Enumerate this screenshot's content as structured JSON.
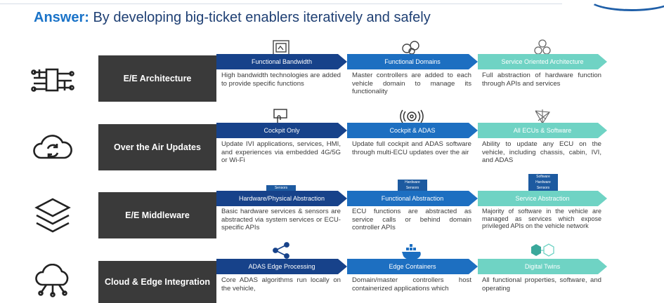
{
  "headline": {
    "prefix": "Answer:",
    "text": "By developing big-ticket enablers iteratively and safely"
  },
  "rows": [
    {
      "label": "E/E Architecture",
      "icon": "circuit-icon",
      "stages": [
        {
          "title": "Functional Bandwidth",
          "icon": "frame-icon",
          "desc": "High bandwidth technologies are added to provide specific functions"
        },
        {
          "title": "Functional Domains",
          "icon": "domains-icon",
          "desc": "Master controllers are added to each vehicle domain to manage its functionality"
        },
        {
          "title": "Service Oriented Architecture",
          "icon": "soa-icon",
          "desc": "Full abstraction of hardware function through APIs and services"
        }
      ]
    },
    {
      "label": "Over the Air Updates",
      "icon": "cloud-sync-icon",
      "stages": [
        {
          "title": "Cockpit Only",
          "icon": "touch-screen-icon",
          "desc": "Update IVI applications, services, HMI, and experiences via embedded 4G/5G or Wi-Fi"
        },
        {
          "title": "Cockpit & ADAS",
          "icon": "steering-signal-icon",
          "desc": "Update full cockpit and ADAS software through multi-ECU updates over the air"
        },
        {
          "title": "All ECUs & Software",
          "icon": "network-star-icon",
          "desc": "Ability to update any ECU on the vehicle, including chassis, cabin, IVI, and ADAS"
        }
      ]
    },
    {
      "label": "E/E Middleware",
      "icon": "layers-icon",
      "stages": [
        {
          "title": "Hardware/Physical Abstraction",
          "icon": "stack-icon",
          "tags": [
            "Sensors"
          ],
          "desc": "Basic hardware services & sensors are abstracted via system services or ECU-specific APIs"
        },
        {
          "title": "Functional Abstraction",
          "icon": "stack-icon",
          "tags": [
            "Hardware",
            "Sensors"
          ],
          "desc": "ECU functions are abstracted as service calls or behind domain controller APIs"
        },
        {
          "title": "Service Abstraction",
          "icon": "stack-icon",
          "tags": [
            "Software",
            "Hardware",
            "Sensors"
          ],
          "desc": "Majority of software in the vehicle are managed as services which expose privileged APIs on the vehicle network"
        }
      ]
    },
    {
      "label": "Cloud & Edge Integration",
      "icon": "cloud-network-icon",
      "stages": [
        {
          "title": "ADAS Edge Processing",
          "icon": "share-icon",
          "desc": "Core ADAS algorithms run locally on the vehicle,"
        },
        {
          "title": "Edge Containers",
          "icon": "container-whale-icon",
          "desc": "Domain/master controllers host containerized applications which"
        },
        {
          "title": "Digital Twins",
          "icon": "twin-cubes-icon",
          "desc": "All functional properties, software, and operating"
        }
      ]
    }
  ],
  "colors": {
    "dark_arrow": "#17428a",
    "mid_arrow": "#1d6fc1",
    "light_arrow": "#6fd3c4",
    "label_bg": "#3a3a3a",
    "headline_accent": "#1a73c8"
  }
}
